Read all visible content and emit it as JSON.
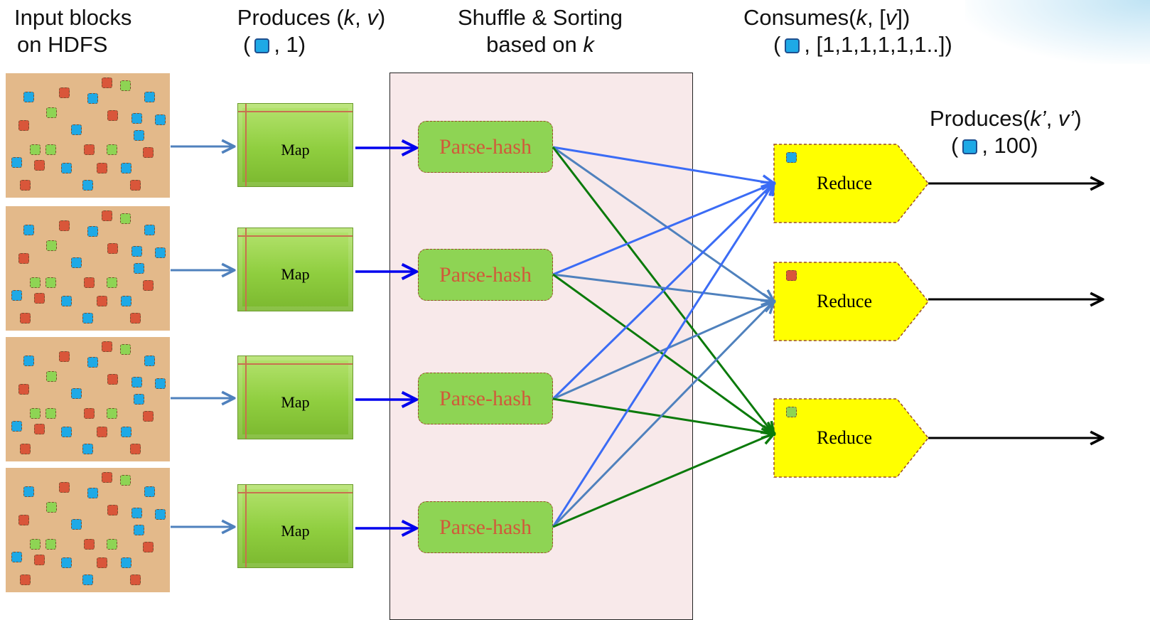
{
  "headers": {
    "input_line1": "Input blocks",
    "input_line2": "on HDFS",
    "map_line1_pre": "Produces (",
    "map_line1_k": "k",
    "map_line1_mid": ", ",
    "map_line1_v": "v",
    "map_line1_post": ")",
    "map_line2_open": "(",
    "map_line2_rest": ", 1)",
    "shuffle_line1": "Shuffle & Sorting",
    "shuffle_line2_pre": "based on ",
    "shuffle_line2_k": "k",
    "consume_line1_pre": "Consumes(",
    "consume_line1_k": "k",
    "consume_line1_mid": ", [",
    "consume_line1_v": "v",
    "consume_line1_post": "])",
    "consume_line2_open": "(",
    "consume_line2_rest": ", [1,1,1,1,1,1..])",
    "out_line1_pre": "Produces(",
    "out_line1_k": "k’",
    "out_line1_mid": ", ",
    "out_line1_v": "v’",
    "out_line1_post": ")",
    "out_line2_open": "(",
    "out_line2_rest": ", 100)"
  },
  "map_label": "Map",
  "parse_hash_label": "Parse-hash",
  "reduce_label": "Reduce",
  "colors": {
    "blue_key": "#1ea9e6",
    "red_key": "#d9563a",
    "green_key": "#8ed454",
    "reducer_fill": "#ffff00",
    "block_fill": "#e3b98a",
    "shuffle_bg": "#f8e9ea",
    "arrow_steel": "#4f81bd",
    "arrow_blue": "#0000ee",
    "arrow_light_blue": "#3b6cf5",
    "arrow_green": "#0b7a0b"
  },
  "reducers": [
    {
      "key_color": "blue"
    },
    {
      "key_color": "red"
    },
    {
      "key_color": "green"
    }
  ]
}
